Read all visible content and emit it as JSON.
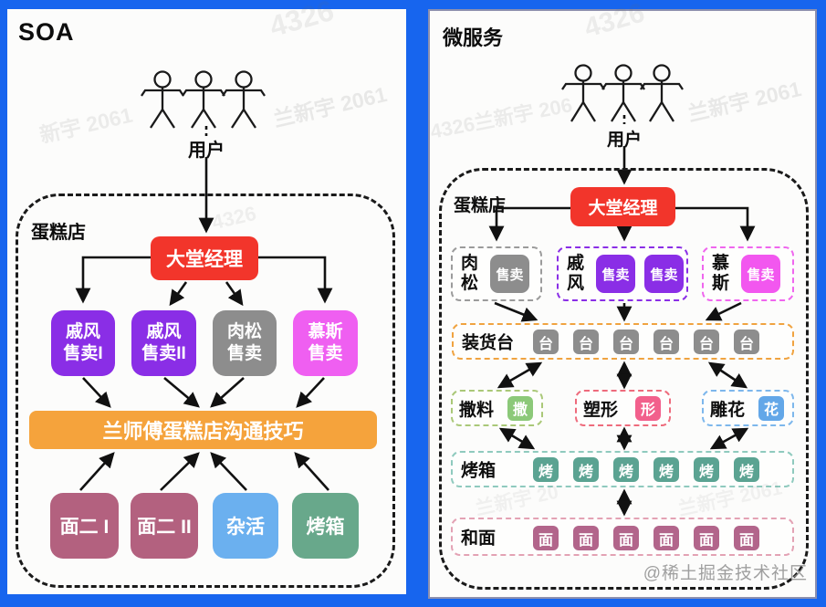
{
  "colors": {
    "frame_blue": "#1765ee",
    "manager_red": "#f2352b",
    "service_purple": "#8a2ee6",
    "service_gray": "#8d8d8d",
    "service_magenta": "#ef5ff1",
    "esb_orange": "#f5a33c",
    "worker_mauve": "#b3617f",
    "worker_blue": "#6bb0ef",
    "worker_green": "#68a88b",
    "dock_orange_border": "#f0a340",
    "oven_teal": "#5ba392",
    "dough_mauve": "#b2658b",
    "spray_green": "#8cc979",
    "shape_pink": "#f2608c",
    "carve_blue": "#63a7e8"
  },
  "left": {
    "title": "SOA",
    "users_label": "用户",
    "shop_label": "蛋糕店",
    "manager_label": "大堂经理",
    "services": [
      {
        "line1": "戚风",
        "line2": "售卖I"
      },
      {
        "line1": "戚风",
        "line2": "售卖II"
      },
      {
        "line1": "肉松",
        "line2": "售卖"
      },
      {
        "line1": "慕斯",
        "line2": "售卖"
      }
    ],
    "esb_label": "兰师傅蛋糕店沟通技巧",
    "workers": [
      {
        "label": "面二 I"
      },
      {
        "label": "面二 II"
      },
      {
        "label": "杂活"
      },
      {
        "label": "烤箱"
      }
    ]
  },
  "right": {
    "title": "微服务",
    "users_label": "用户",
    "shop_label": "蛋糕店",
    "manager_label": "大堂经理",
    "sale_groups": [
      {
        "name": "肉松",
        "badges": [
          "售卖"
        ]
      },
      {
        "name": "戚风",
        "badges": [
          "售卖",
          "售卖"
        ]
      },
      {
        "name": "慕斯",
        "badges": [
          "售卖"
        ]
      }
    ],
    "dock": {
      "label": "装货台",
      "badges": [
        "台",
        "台",
        "台",
        "台",
        "台",
        "台"
      ]
    },
    "stations": [
      {
        "name": "撒料",
        "badge": "撒"
      },
      {
        "name": "塑形",
        "badge": "形"
      },
      {
        "name": "雕花",
        "badge": "花"
      }
    ],
    "oven": {
      "label": "烤箱",
      "badges": [
        "烤",
        "烤",
        "烤",
        "烤",
        "烤",
        "烤"
      ]
    },
    "dough": {
      "label": "和面",
      "badges": [
        "面",
        "面",
        "面",
        "面",
        "面",
        "面"
      ]
    }
  },
  "watermarks": [
    "4326",
    "兰新宇 2061",
    "新宇 2061",
    "4326",
    "4326兰新宇 206",
    "兰新宇 2061",
    "兰新宇 20",
    "兰新宇 2061"
  ],
  "credit": "@稀土掘金技术社区"
}
